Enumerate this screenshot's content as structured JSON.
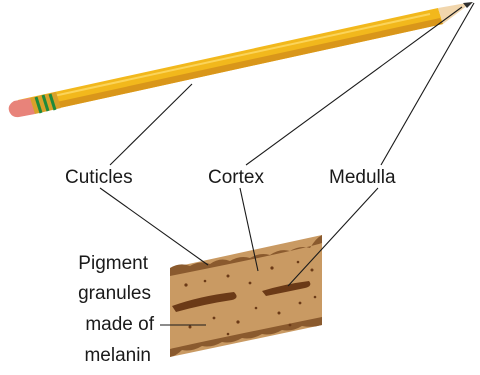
{
  "labels": {
    "cuticles": "Cuticles",
    "cortex": "Cortex",
    "medulla": "Medulla",
    "pigment": [
      "Pigment",
      "granules",
      "made of",
      "melanin"
    ]
  },
  "colors": {
    "pencil_body": "#f2b81c",
    "pencil_shadow": "#d9961a",
    "ferrule_green": "#1f8a3c",
    "eraser": "#e8837a",
    "wood": "#f1d6ad",
    "graphite": "#2f2f2f",
    "hair_fill": "#c99a63",
    "hair_cuticle": "#8a5a2e",
    "medulla": "#6b3a17",
    "pigment": "#6b3a17"
  }
}
